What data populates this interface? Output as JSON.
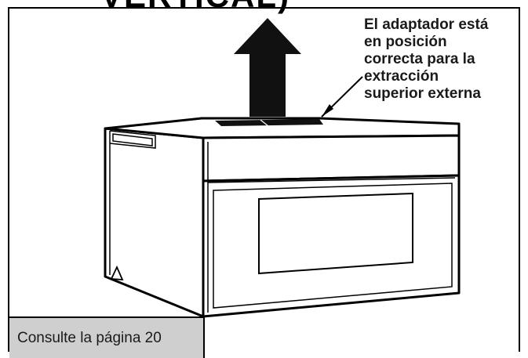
{
  "header": {
    "title_fragment": "VERTICAL)"
  },
  "callout": {
    "lines": [
      "El adaptador está",
      "en posición",
      "correcta para la",
      "extracción",
      "superior externa"
    ]
  },
  "footer": {
    "reference": "Consulte la página 20"
  },
  "icons": {
    "arrow": "up-arrow-icon",
    "leader": "leader-line-icon"
  }
}
